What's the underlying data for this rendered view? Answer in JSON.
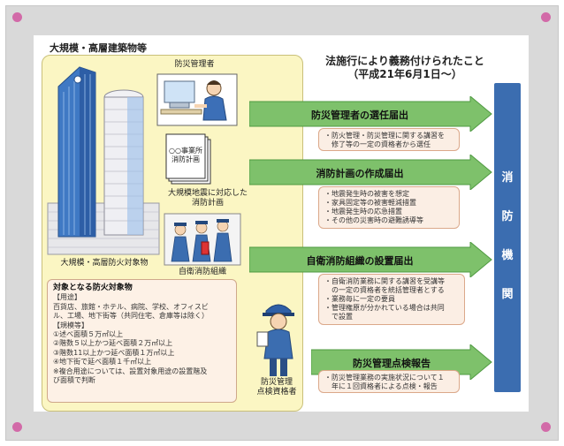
{
  "header": {
    "title": "大規模・高層建築物等"
  },
  "law": {
    "line1": "法施行により義務付けられたこと",
    "line2": "（平成21年6月1日〜）"
  },
  "left": {
    "manager_label": "防災管理者",
    "document_line1": "○○事業所",
    "document_line2": "消防計画",
    "plan_label_line1": "大規模地震に対応した",
    "plan_label_line2": "消防計画",
    "building_label": "大規模・高層防火対象物",
    "team_label": "自衛消防組織",
    "inspector_line1": "防災管理",
    "inspector_line2": "点検資格者"
  },
  "targets": {
    "title": "対象となる防火対象物",
    "use_heading": "【用途】",
    "use_lines": [
      "百貨店、旅館・ホテル、病院、学校、オフィスビ",
      "ル、工場、地下街等（共同住宅、倉庫等は除く）"
    ],
    "scale_heading": "【規模等】",
    "scale_lines": [
      "①述べ面積５万㎡以上",
      "②階数５以上かつ延べ面積２万㎡以上",
      "③階数11以上かつ延べ面積１万㎡以上",
      "④地下街で延べ面積１千㎡以上",
      "※複合用途については、設置対象用途の設置階及",
      "び面積で判断"
    ]
  },
  "steps": [
    {
      "label": "防災管理者の選任届出",
      "details": [
        "・防火管理・防災管理に関する講習を",
        "修了等の一定の資格者から選任"
      ]
    },
    {
      "label": "消防計画の作成届出",
      "details": [
        "・地震発生時の被害を想定",
        "・家具固定等の被害軽減措置",
        "・地震発生時の応急措置",
        "・その他の災害時の避難誘導等"
      ]
    },
    {
      "label": "自衛消防組織の設置届出",
      "details": [
        "・自衛消防業務に関する講習を受講等",
        "の一定の資格者を統括管理者とする",
        "・業務毎に一定の要員",
        "・管理権原が分かれている場合は共同",
        "で設置"
      ]
    },
    {
      "label": "防災管理点検報告",
      "details": [
        "・防災管理業務の実施状況について１",
        "年に１回資格者による点検・報告"
      ]
    }
  ],
  "agency": {
    "chars": [
      "消",
      "防",
      "機",
      "関"
    ]
  },
  "colors": {
    "arrow_fill": "#7ec16b",
    "arrow_border": "#4f9a42",
    "agency": "#3b6db0",
    "detail_fill": "#fbeee4",
    "panel_fill": "#fbf6c3",
    "corner_dot": "#d26aa8"
  },
  "icons": [
    "skyscraper-icon",
    "office-worker-icon",
    "document-icon",
    "fire-team-icon",
    "inspector-icon"
  ]
}
